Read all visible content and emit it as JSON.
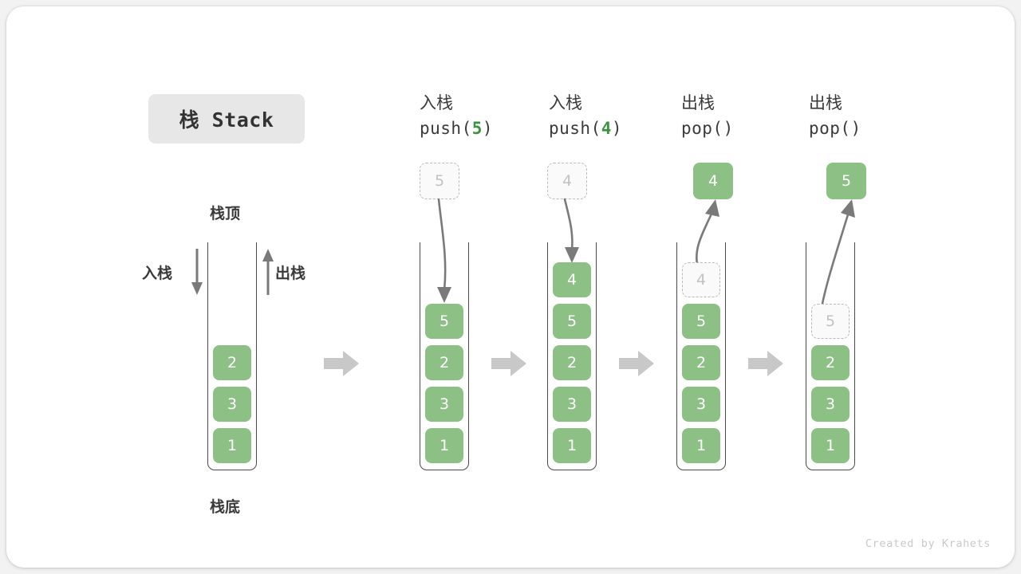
{
  "title_badge": {
    "label": "栈 Stack"
  },
  "labels": {
    "top": "栈顶",
    "bottom": "栈底",
    "push": "入栈",
    "pop": "出栈"
  },
  "footer": {
    "credit": "Created by Krahets"
  },
  "colors": {
    "cell_fill": "#8cc084",
    "cell_text": "#ffffff",
    "ghost_fill": "#fafafa",
    "ghost_border": "#b9b9b9",
    "ghost_text": "#c2c2c2",
    "container_border": "#4a4a4a",
    "arrow_gray": "#7a7a7a",
    "step_arrow": "#c8c8c8",
    "accent_green": "#3f9142",
    "badge_bg": "#e7e7e7",
    "text_dark": "#3a3a3a",
    "footer_text": "#c9c9c9",
    "page_bg": "#f2f2f2",
    "card_bg": "#ffffff"
  },
  "chart_data": {
    "type": "diagram",
    "title": "栈 Stack",
    "description": "Stack push and pop operation sequence",
    "columns": [
      {
        "id": "initial",
        "header_cn": "",
        "header_code": "",
        "incoming": null,
        "outgoing": null,
        "cells": [
          "2",
          "3",
          "1"
        ],
        "ghost_index": -1
      },
      {
        "id": "push5",
        "header_cn": "入栈",
        "header_code_prefix": "push(",
        "header_code_value": "5",
        "header_code_suffix": ")",
        "incoming": "5",
        "outgoing": null,
        "cells": [
          "5",
          "2",
          "3",
          "1"
        ],
        "ghost_index": -1
      },
      {
        "id": "push4",
        "header_cn": "入栈",
        "header_code_prefix": "push(",
        "header_code_value": "4",
        "header_code_suffix": ")",
        "incoming": "4",
        "outgoing": null,
        "cells": [
          "4",
          "5",
          "2",
          "3",
          "1"
        ],
        "ghost_index": -1
      },
      {
        "id": "pop1",
        "header_cn": "出栈",
        "header_code_prefix": "pop(",
        "header_code_value": "",
        "header_code_suffix": ")",
        "incoming": null,
        "outgoing": "4",
        "cells": [
          "4",
          "5",
          "2",
          "3",
          "1"
        ],
        "ghost_index": 0
      },
      {
        "id": "pop2",
        "header_cn": "出栈",
        "header_code_prefix": "pop(",
        "header_code_value": "",
        "header_code_suffix": ")",
        "incoming": null,
        "outgoing": "5",
        "cells": [
          "5",
          "2",
          "3",
          "1"
        ],
        "ghost_index": 0
      }
    ],
    "step_arrow_count": 4
  }
}
